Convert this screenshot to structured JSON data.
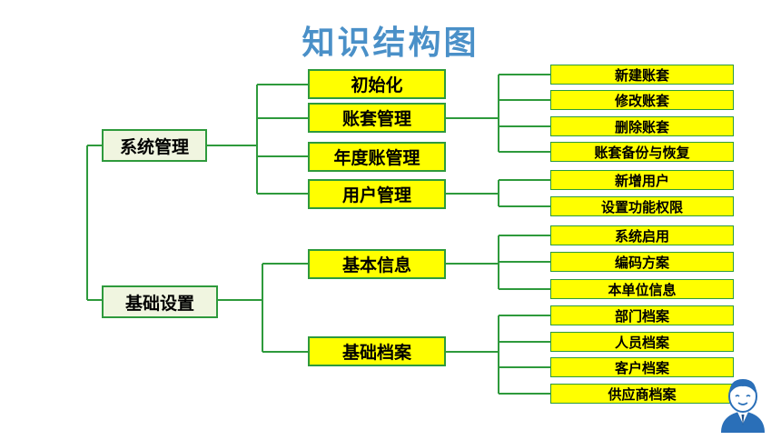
{
  "title": "知识结构图",
  "colors": {
    "title": "#4a90c8",
    "line": "#2e9a3c",
    "box_fill": "#ffff00",
    "root_fill": "#f0f5e0"
  },
  "icons": [
    "cartoon-person-icon"
  ],
  "tree": {
    "system": {
      "label": "系统管理",
      "children": {
        "init": {
          "label": "初始化"
        },
        "account": {
          "label": "账套管理",
          "children": [
            "新建账套",
            "修改账套",
            "删除账套",
            "账套备份与恢复"
          ]
        },
        "year": {
          "label": "年度账管理"
        },
        "user": {
          "label": "用户管理",
          "children": [
            "新增用户",
            "设置功能权限"
          ]
        }
      }
    },
    "basic": {
      "label": "基础设置",
      "children": {
        "info": {
          "label": "基本信息",
          "children": [
            "系统启用",
            "编码方案",
            "本单位信息"
          ]
        },
        "archive": {
          "label": "基础档案",
          "children": [
            "部门档案",
            "人员档案",
            "客户档案",
            "供应商档案"
          ]
        }
      }
    }
  }
}
